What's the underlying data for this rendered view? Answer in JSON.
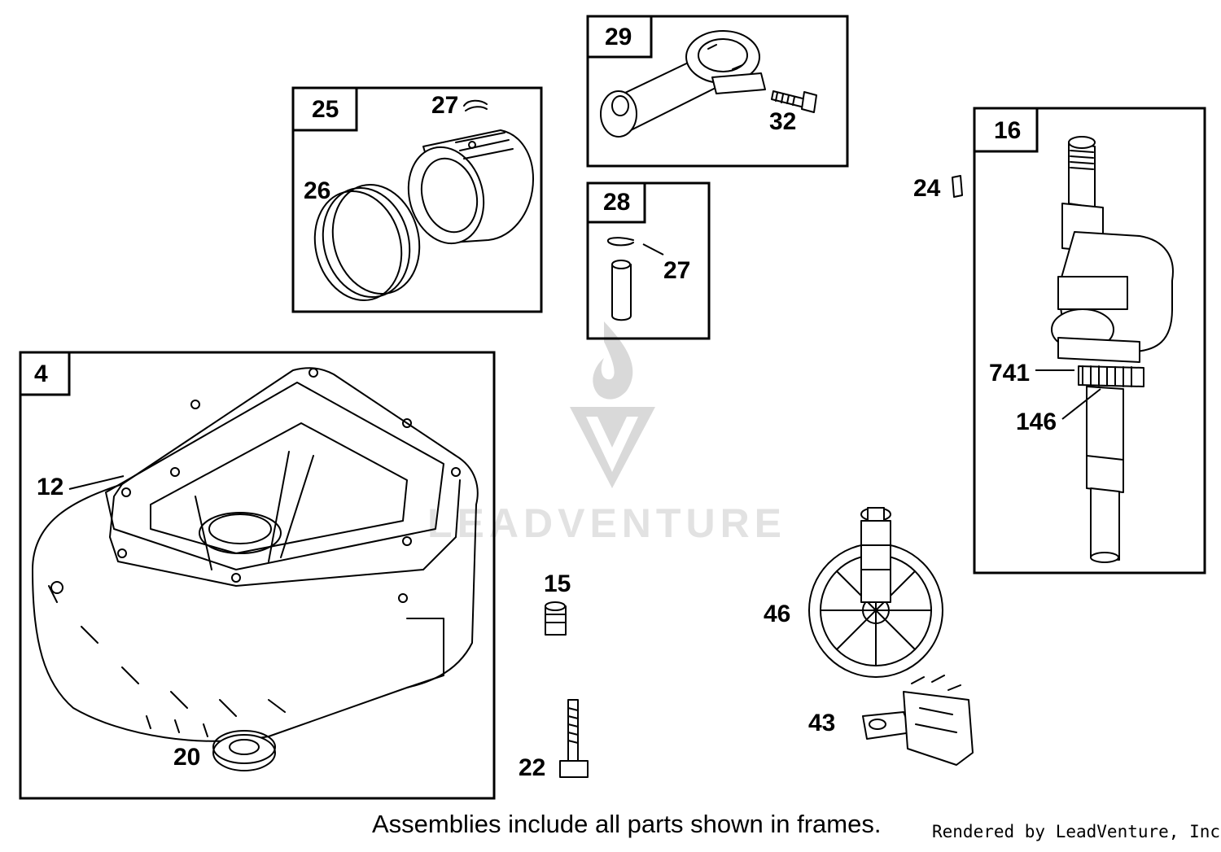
{
  "watermark": {
    "text": "LEADVENTURE",
    "logo": "leadventure-flame-logo"
  },
  "assemblies": [
    {
      "tag": "4",
      "callouts": [
        "12",
        "20"
      ]
    },
    {
      "tag": "25",
      "callouts": [
        "27",
        "26"
      ]
    },
    {
      "tag": "29",
      "callouts": [
        "32"
      ]
    },
    {
      "tag": "28",
      "callouts": [
        "27"
      ]
    },
    {
      "tag": "16",
      "callouts": [
        "741",
        "146"
      ]
    }
  ],
  "loose_parts": [
    "24",
    "15",
    "22",
    "46",
    "43"
  ],
  "footer": {
    "note": "Assemblies include all parts shown in frames.",
    "credit": "Rendered by LeadVenture, Inc."
  }
}
